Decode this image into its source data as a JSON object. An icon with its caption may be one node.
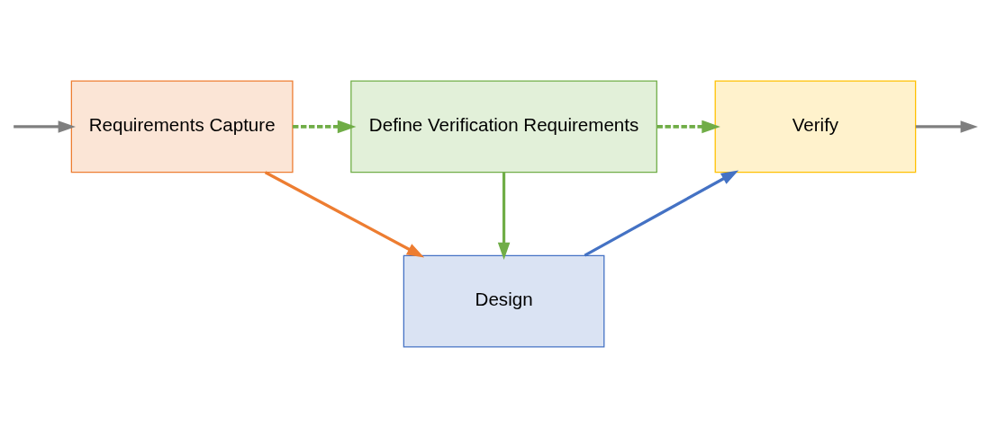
{
  "diagram": {
    "nodes": [
      {
        "text": [
          "Requirements Capture"
        ]
      },
      {
        "text": [
          "Define Verification Requirements"
        ]
      },
      {
        "text": [
          "Verify"
        ]
      },
      {
        "text": [
          "Design"
        ]
      }
    ],
    "edges": [
      {
        "from": null,
        "to": 0,
        "arrow": "to",
        "color": "#7f7f7f"
      },
      {
        "from": 0,
        "to": 1,
        "arrow": "to",
        "style": "dashed",
        "color": "#70ad47"
      },
      {
        "from": 1,
        "to": 2,
        "arrow": "to",
        "style": "dashed",
        "color": "#70ad47"
      },
      {
        "from": 0,
        "to": 3,
        "arrow": "to",
        "color": "#ed7d31"
      },
      {
        "from": 1,
        "to": 3,
        "arrow": "to",
        "color": "#70ad47"
      },
      {
        "from": 3,
        "to": 2,
        "arrow": "to",
        "color": "#4472c4"
      },
      {
        "from": 2,
        "to": null,
        "arrow": "to",
        "color": "#7f7f7f"
      }
    ]
  }
}
